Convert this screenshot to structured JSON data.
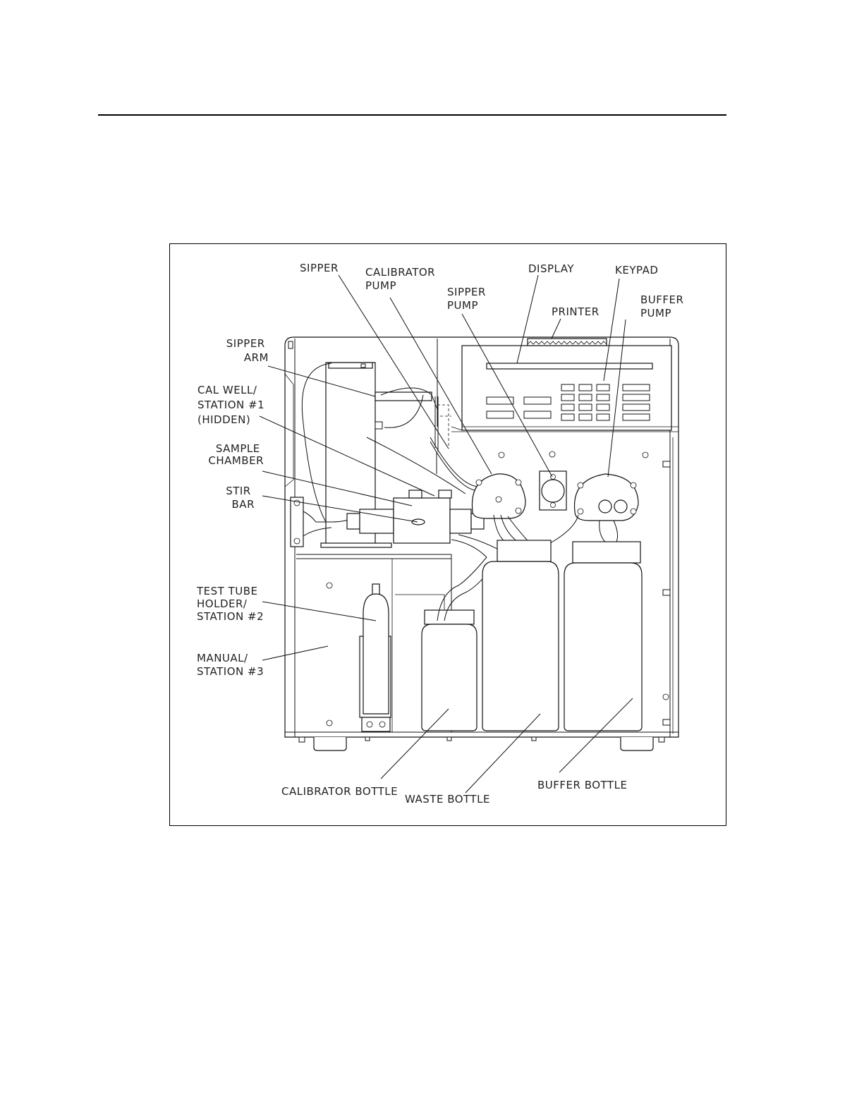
{
  "labels": {
    "sipper": "SIPPER",
    "calibrator_pump": [
      "CALIBRATOR",
      "PUMP"
    ],
    "display": "DISPLAY",
    "keypad": "KEYPAD",
    "sipper_pump": [
      "SIPPER",
      "PUMP"
    ],
    "buffer_pump": [
      "BUFFER",
      "PUMP"
    ],
    "printer": "PRINTER",
    "sipper_arm": [
      "SIPPER",
      "ARM"
    ],
    "cal_well": [
      "CAL WELL/",
      "STATION #1",
      "(HIDDEN)"
    ],
    "sample_chamber": [
      "SAMPLE",
      "CHAMBER"
    ],
    "stir_bar": [
      "STIR",
      "BAR"
    ],
    "test_tube_holder": [
      "TEST TUBE",
      "HOLDER/",
      "STATION #2"
    ],
    "manual_station": [
      "MANUAL/",
      "STATION #3"
    ],
    "calibrator_bottle": "CALIBRATOR BOTTLE",
    "waste_bottle": "WASTE BOTTLE",
    "buffer_bottle": "BUFFER BOTTLE"
  }
}
